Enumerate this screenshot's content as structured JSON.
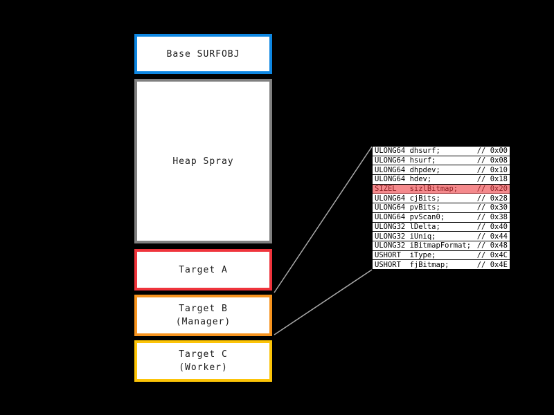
{
  "diagram": {
    "background": "#000000",
    "memory_column": {
      "blocks": [
        {
          "label": "Base SURFOBJ",
          "label2": "",
          "border_color": "#0e87e2"
        },
        {
          "label": "Heap Spray",
          "label2": "",
          "border_color": "#808080"
        },
        {
          "label": "Target A",
          "label2": "",
          "border_color": "#ef343c"
        },
        {
          "label": "Target B",
          "label2": "(Manager)",
          "border_color": "#f7941e"
        },
        {
          "label": "Target C",
          "label2": "(Worker)",
          "border_color": "#fcc408"
        }
      ]
    },
    "struct_view": {
      "rows": [
        {
          "type": "ULONG64",
          "name": "dhsurf;",
          "offset": "// 0x00",
          "highlight": false
        },
        {
          "type": "ULONG64",
          "name": "hsurf;",
          "offset": "// 0x08",
          "highlight": false
        },
        {
          "type": "ULONG64",
          "name": "dhpdev;",
          "offset": "// 0x10",
          "highlight": false
        },
        {
          "type": "ULONG64",
          "name": "hdev;",
          "offset": "// 0x18",
          "highlight": false
        },
        {
          "type": "SIZEL",
          "name": "sizlBitmap;",
          "offset": "// 0x20",
          "highlight": true
        },
        {
          "type": "ULONG64",
          "name": "cjBits;",
          "offset": "// 0x28",
          "highlight": false
        },
        {
          "type": "ULONG64",
          "name": "pvBits;",
          "offset": "// 0x30",
          "highlight": false
        },
        {
          "type": "ULONG64",
          "name": "pvScan0;",
          "offset": "// 0x38",
          "highlight": false
        },
        {
          "type": "ULONG32",
          "name": "lDelta;",
          "offset": "// 0x40",
          "highlight": false
        },
        {
          "type": "ULONG32",
          "name": "iUniq;",
          "offset": "// 0x44",
          "highlight": false
        },
        {
          "type": "ULONG32",
          "name": "iBitmapFormat;",
          "offset": "// 0x48",
          "highlight": false
        },
        {
          "type": "USHORT",
          "name": "iType;",
          "offset": "// 0x4C",
          "highlight": false
        },
        {
          "type": "USHORT",
          "name": "fjBitmap;",
          "offset": "// 0x4E",
          "highlight": false
        }
      ],
      "highlight_bg": "#f4898c",
      "highlight_text": "#8e2023",
      "highlight_border": "#a03034"
    },
    "connectors": {
      "color": "#a9a9a9"
    }
  }
}
